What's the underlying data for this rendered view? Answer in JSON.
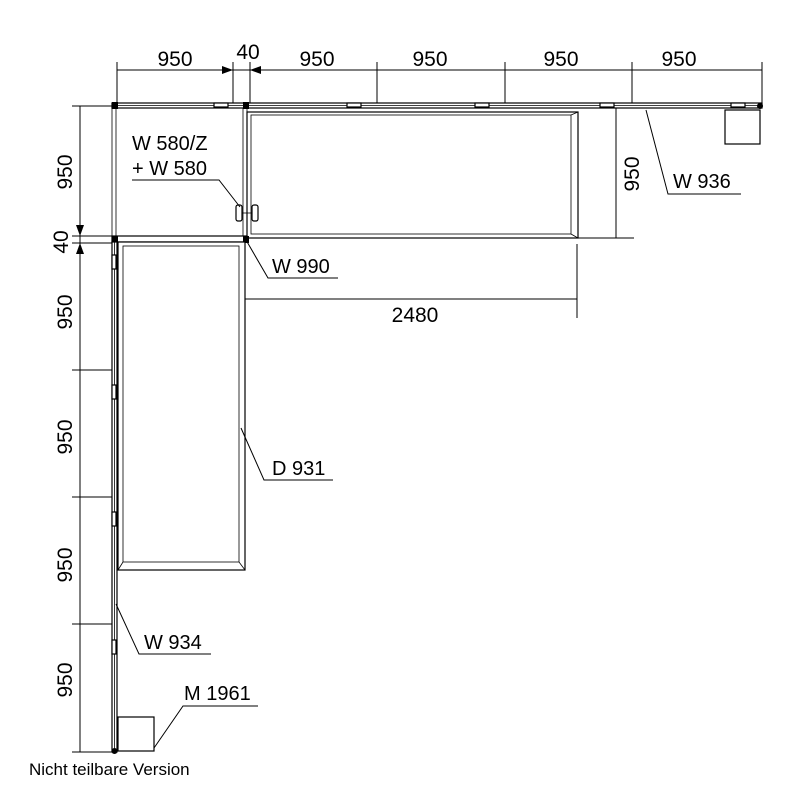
{
  "dimensions": {
    "top": [
      "950",
      "40",
      "950",
      "950",
      "950",
      "950"
    ],
    "left": [
      "950",
      "40",
      "950",
      "950",
      "950",
      "950"
    ],
    "right_height": "950",
    "length": "2480"
  },
  "labels": {
    "w580z": "W 580/Z",
    "w580": "+ W 580",
    "w936": "W 936",
    "w990": "W 990",
    "d931": "D 931",
    "w934": "W 934",
    "m1961": "M 1961"
  },
  "note": "Nicht teilbare Version"
}
